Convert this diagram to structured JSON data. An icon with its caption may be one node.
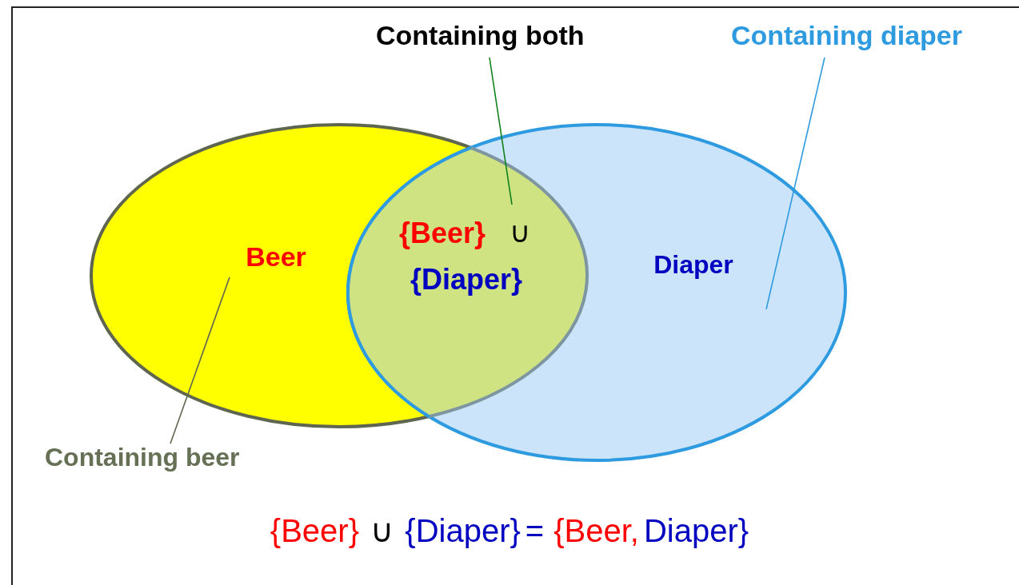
{
  "diagram": {
    "nodes": [
      {
        "text": [
          "Beer"
        ]
      },
      {
        "text": [
          "Diaper"
        ]
      },
      {
        "text": [
          "{Beer}",
          "∪",
          "{Diaper}"
        ]
      },
      {
        "text": [
          "Containing both"
        ]
      },
      {
        "text": [
          "Containing diaper"
        ]
      },
      {
        "text": [
          "Containing beer"
        ]
      }
    ],
    "edges": [
      {
        "from": 3,
        "to": 2,
        "arrow": "none",
        "color": "#11801a"
      },
      {
        "from": 4,
        "to": 1,
        "arrow": "none",
        "color": "#2e9be0"
      },
      {
        "from": 5,
        "to": 0,
        "arrow": "none",
        "color": "#5f6650"
      }
    ],
    "labels": [
      "{Beer}",
      "∪",
      "{Diaper}",
      "=",
      "{Beer,",
      "Diaper}"
    ]
  }
}
